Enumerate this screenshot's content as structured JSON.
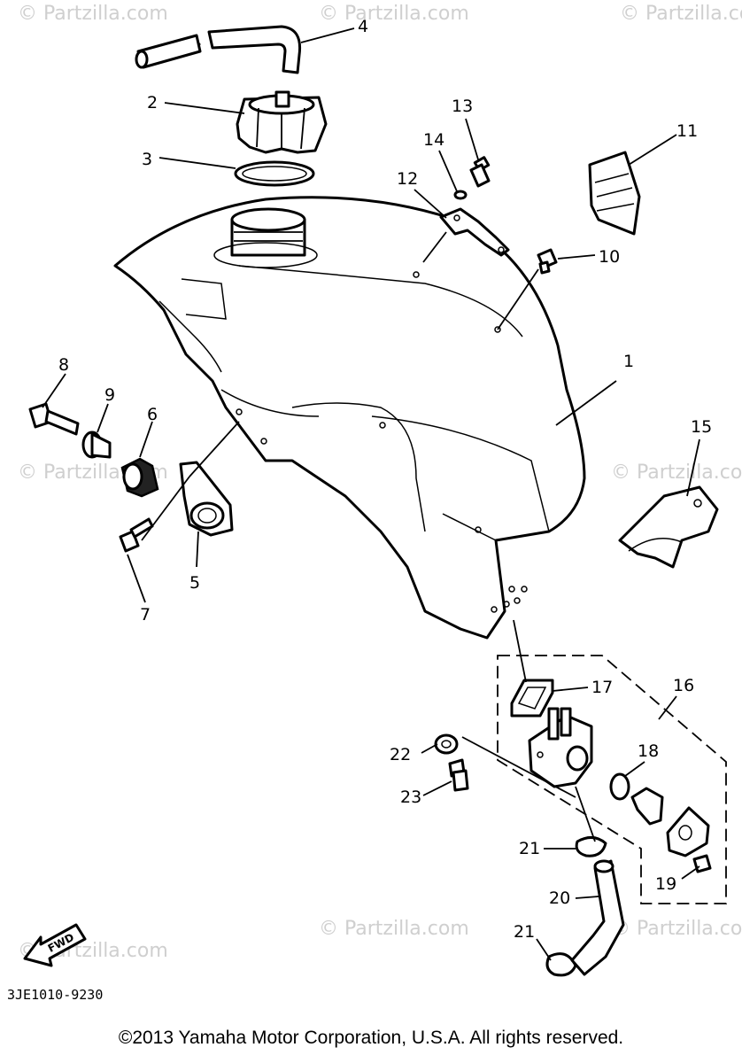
{
  "watermark": "© Partzilla.com",
  "diagram_code": "3JE1010-9230",
  "fwd_label": "FWD",
  "copyright": "©2013 Yamaha Motor Corporation, U.S.A. All rights reserved.",
  "callouts": [
    "1",
    "2",
    "3",
    "4",
    "5",
    "6",
    "7",
    "8",
    "9",
    "10",
    "11",
    "12",
    "13",
    "14",
    "15",
    "16",
    "17",
    "18",
    "19",
    "20",
    "21",
    "21",
    "22",
    "23"
  ]
}
